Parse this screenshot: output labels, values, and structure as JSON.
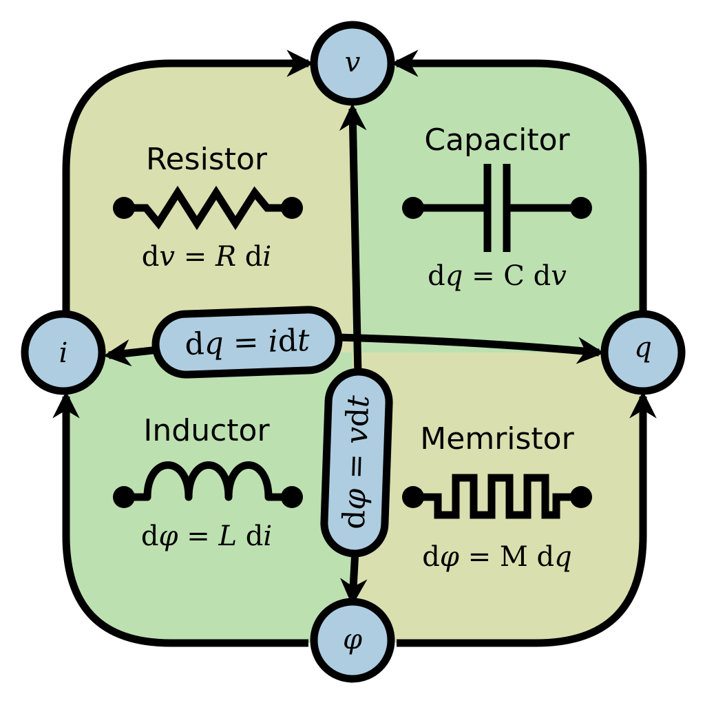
{
  "colors": {
    "tan": "#d9dfae",
    "green": "#bde0b0",
    "node": "#aecde0",
    "stroke": "#000000"
  },
  "nodes": {
    "v": "v",
    "i": "i",
    "q": "q",
    "phi": "φ"
  },
  "components": {
    "resistor": {
      "label": "Resistor",
      "eq_d1": "d",
      "eq_v1": "v",
      "eq_mid": " = ",
      "eq_v2": "R",
      "eq_d2": " d",
      "eq_v3": "i"
    },
    "capacitor": {
      "label": "Capacitor",
      "eq_d1": "d",
      "eq_v1": "q",
      "eq_mid": " = C d",
      "eq_v2": "v"
    },
    "inductor": {
      "label": "Inductor",
      "eq_d1": "d",
      "eq_v1": "φ",
      "eq_mid": " = ",
      "eq_v2": "L",
      "eq_d2": " d",
      "eq_v3": "i"
    },
    "memristor": {
      "label": "Memristor",
      "eq_d1": "d",
      "eq_v1": "φ",
      "eq_mid": " = M d",
      "eq_v2": "q"
    }
  },
  "relations": {
    "charge": {
      "d": "d",
      "v1": "q",
      "eq": " = ",
      "v2": "i",
      "dt": "d",
      "t": "t"
    },
    "flux": {
      "d": "d",
      "v1": "φ",
      "eq": " = ",
      "v2": "v",
      "dt": "d",
      "t": "t"
    }
  }
}
